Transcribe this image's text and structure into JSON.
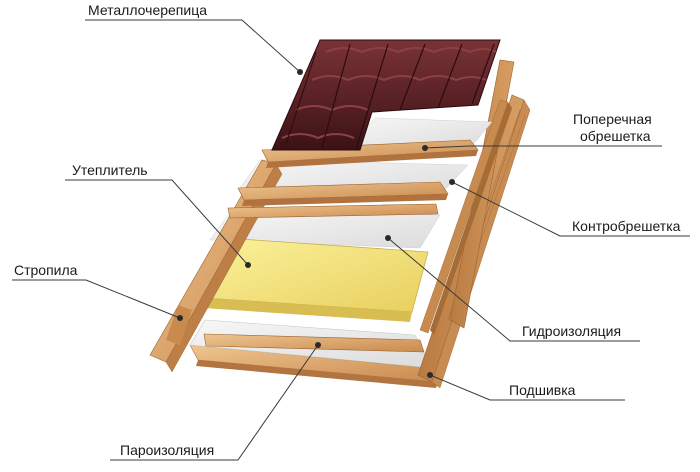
{
  "labels": {
    "metal_tile": "Металлочерепица",
    "cross_battens_line1": "Поперечная",
    "cross_battens_line2": "обрешетка",
    "insulation": "Утеплитель",
    "counter_battens": "Контробрешетка",
    "rafters": "Стропила",
    "waterproofing": "Гидроизоляция",
    "sheathing": "Подшивка",
    "vapor_barrier": "Пароизоляция"
  },
  "colors": {
    "wood": "#d9a468",
    "wood_dark": "#b5773f",
    "wood_light": "#ecc48e",
    "membrane": "#ededed",
    "insulation": "#f5e47a",
    "tile": "#4a1a1d",
    "tile_highlight": "#6e2f32"
  }
}
